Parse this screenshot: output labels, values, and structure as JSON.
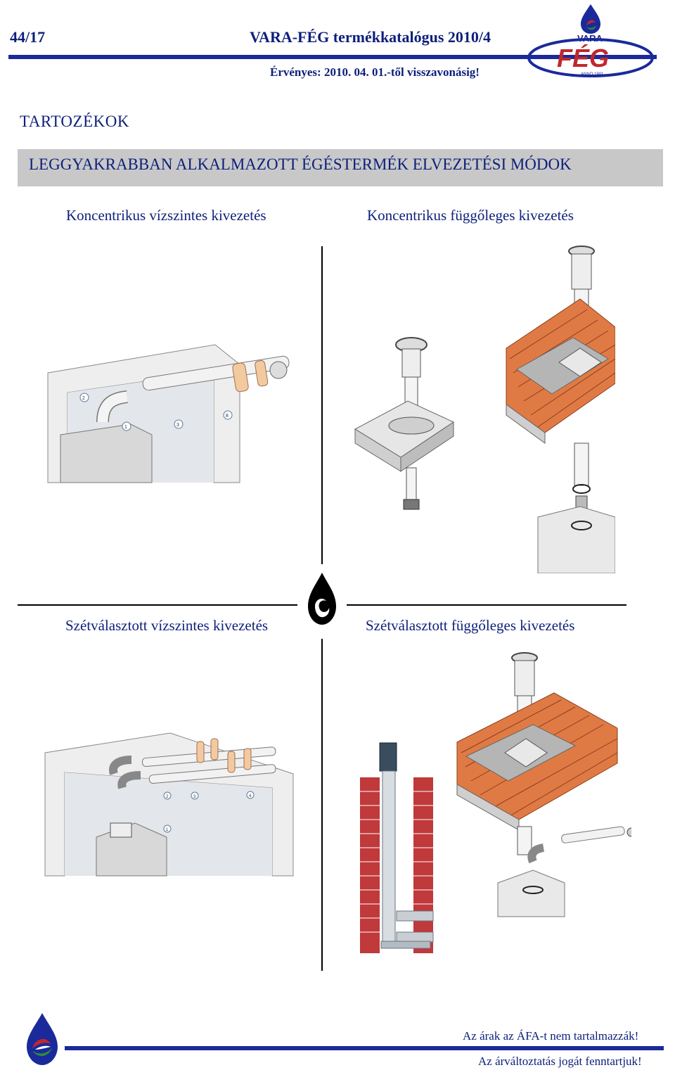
{
  "header": {
    "page_number": "44/17",
    "catalog_title": "VARA-FÉG termékkatalógus 2010/4",
    "validity": "Érvényes: 2010. 04. 01.-től visszavonásig!",
    "logo": {
      "brand_top": "VARA",
      "brand_main": "FÉG",
      "brand_sub": "ANNO 1901",
      "colors": {
        "flame": "#1a2a9a",
        "red": "#c0272d",
        "green": "#2e8b3a"
      }
    }
  },
  "section_title": "TARTOZÉKOK",
  "banner": "LEGGYAKRABBAN ALKALMAZOTT ÉGÉSTERMÉK ELVEZETÉSI MÓDOK",
  "captions": [
    "Koncentrikus vízszintes kivezetés",
    "Koncentrikus függőleges kivezetés",
    "Szétválasztott vízszintes kivezetés",
    "Szétválasztott függőleges kivezetés"
  ],
  "diagram_labels": {
    "concentric_horizontal": [
      "1",
      "2",
      "3",
      "8"
    ],
    "separated_horizontal": [
      "1",
      "2",
      "3",
      "4"
    ]
  },
  "footer": {
    "line1": "Az árak az ÁFA-t nem tartalmazzák!",
    "line2": "Az árváltoztatás jogát fenntartjuk!"
  }
}
